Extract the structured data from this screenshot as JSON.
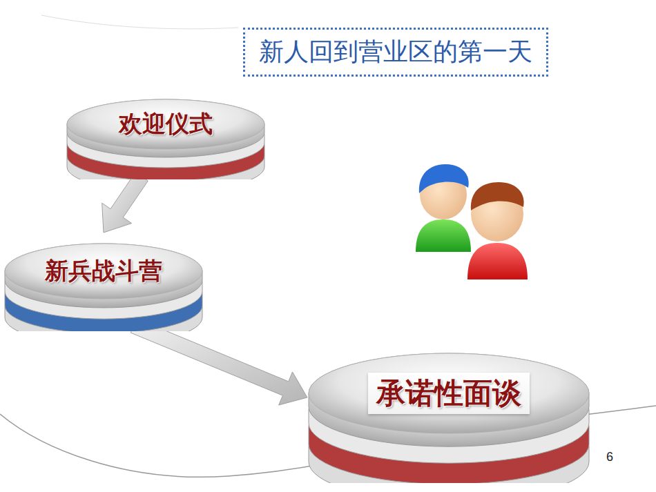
{
  "diagram": {
    "title": "新人回到营业区的第一天",
    "nodes": [
      {
        "text": [
          "欢迎仪式"
        ]
      },
      {
        "text": [
          "新兵战斗营"
        ]
      },
      {
        "text": [
          "承诺性面谈"
        ]
      }
    ],
    "edges": [
      {
        "from": 0,
        "to": 1,
        "arrow": "to"
      },
      {
        "from": 1,
        "to": 2,
        "arrow": "to"
      }
    ],
    "labels": [
      "6"
    ]
  }
}
